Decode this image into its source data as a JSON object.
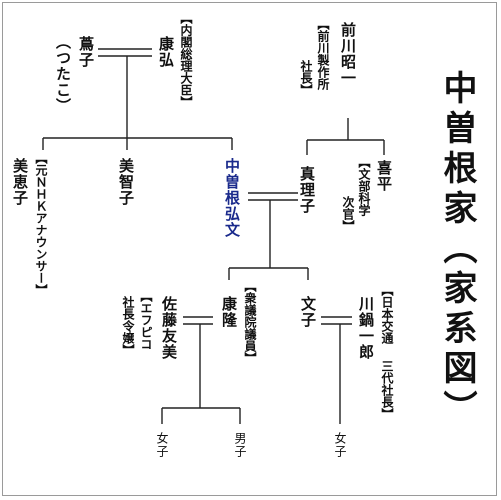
{
  "title": "中曽根家（家系図）",
  "colors": {
    "highlight": "#1a2a8c",
    "text": "#111111",
    "line": "#222222"
  },
  "people": {
    "tsutako": {
      "name": "蔦子",
      "reading": "（つたこ）"
    },
    "yasuhiro": {
      "name": "康弘",
      "note": "【内閣総理大臣】"
    },
    "maekawa_shoichi": {
      "name": "前川昭一",
      "note": "【前川製作所",
      "note2": "社長】"
    },
    "mieko": {
      "name": "美恵子",
      "note": "【元ＮＨＫアナウンサー】"
    },
    "michiko": {
      "name": "美智子"
    },
    "hirofumi": {
      "name": "中曽根弘文"
    },
    "mariko": {
      "name": "真理子"
    },
    "kihei": {
      "name": "喜平",
      "note": "【文部科学",
      "note2": "次官】"
    },
    "sato_tomomi": {
      "name": "佐藤友美",
      "note": "【エフピコ",
      "note2": "社長令嬢】"
    },
    "yasutaka": {
      "name": "康隆",
      "note": "【衆議院議員】"
    },
    "fumiko": {
      "name": "文子"
    },
    "kawanabe_ichiro": {
      "name": "川鍋一郎",
      "note": "【日本交通",
      "note2": "三代社長】"
    }
  },
  "children": {
    "yasutaka_1": "女子",
    "yasutaka_2": "男子",
    "fumiko_1": "女子"
  }
}
